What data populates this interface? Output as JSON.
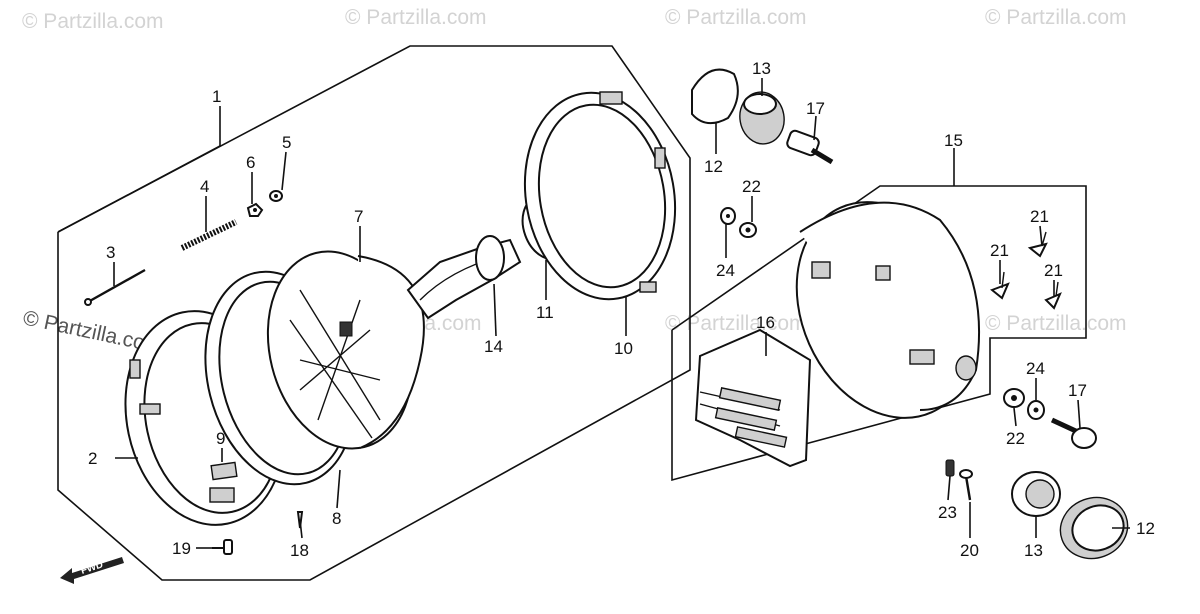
{
  "watermarks": {
    "top_1": "© Partzilla.com",
    "top_2": "© Partzilla.com",
    "top_3": "© Partzilla.com",
    "top_4": "© Partzilla.com",
    "side": "© Partzilla.com",
    "mid_1": "© Partzilla.com",
    "mid_2": "© Partzilla.com",
    "right": "© Partzilla.com"
  },
  "fwd_label": "FWD",
  "callouts": {
    "c1": "1",
    "c2": "2",
    "c3": "3",
    "c4": "4",
    "c5": "5",
    "c6": "6",
    "c7": "7",
    "c8": "8",
    "c9": "9",
    "c10": "10",
    "c11": "11",
    "c12a": "12",
    "c12b": "12",
    "c13a": "13",
    "c13b": "13",
    "c14": "14",
    "c15": "15",
    "c16": "16",
    "c17a": "17",
    "c17b": "17",
    "c18": "18",
    "c19": "19",
    "c20": "20",
    "c21a": "21",
    "c21b": "21",
    "c21c": "21",
    "c22a": "22",
    "c22b": "22",
    "c23": "23",
    "c24a": "24",
    "c24b": "24"
  }
}
